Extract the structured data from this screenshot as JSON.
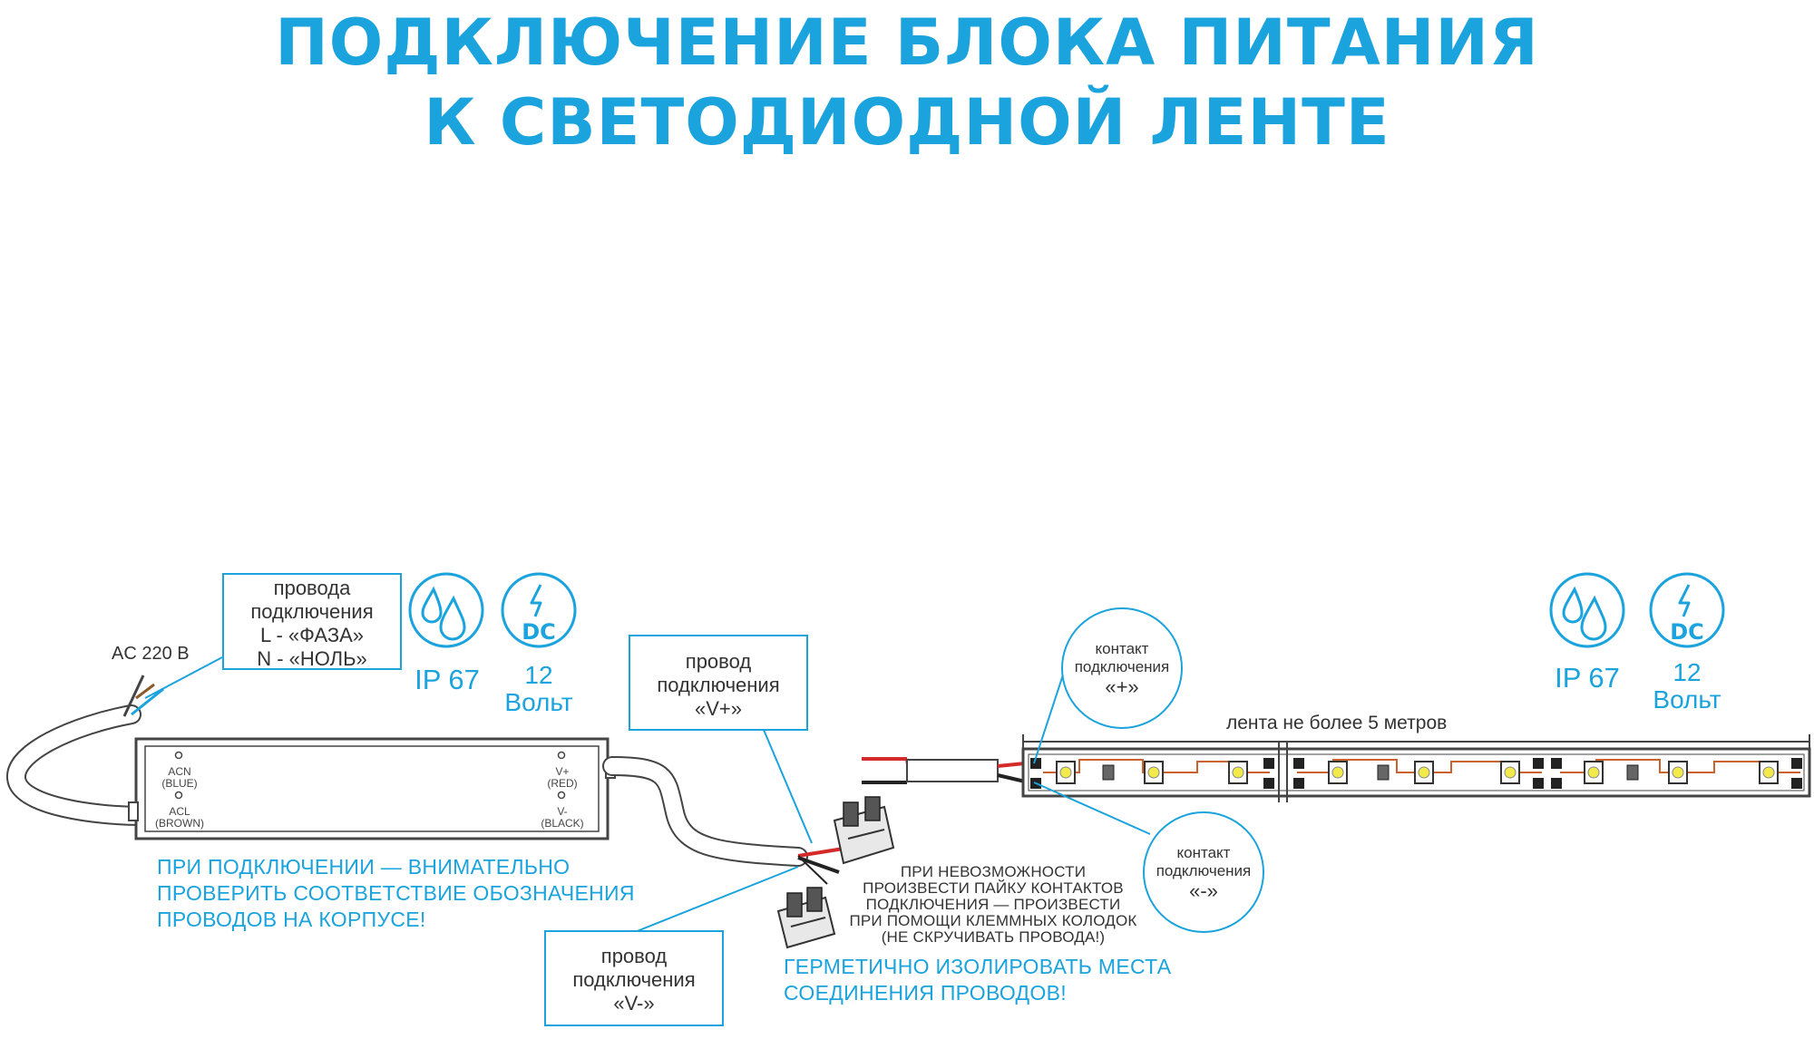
{
  "title": {
    "line1": "ПОДКЛЮЧЕНИЕ БЛОКА ПИТАНИЯ",
    "line2": "К СВЕТОДИОДНОЙ ЛЕНТЕ"
  },
  "ac_label": "AC 220 В",
  "input_callout": {
    "line1": "провода",
    "line2": "подключения",
    "line3": "L - «ФАЗА»",
    "line4": "N - «НОЛЬ»"
  },
  "psu_specs": {
    "ip": "IP 67",
    "voltage": "12",
    "unit": "Вольт",
    "dc_badge": "DC"
  },
  "strip_specs": {
    "ip": "IP 67",
    "voltage": "12",
    "unit": "Вольт",
    "dc_badge": "DC"
  },
  "psu_pins": {
    "acn": "ACN",
    "acn_color": "(BLUE)",
    "acl": "ACL",
    "acl_color": "(BROWN)",
    "vplus": "V+",
    "vplus_color": "(RED)",
    "vminus": "V-",
    "vminus_color": "(BLACK)"
  },
  "vplus_callout": {
    "line1": "провод",
    "line2": "подключения",
    "line3": "«V+»"
  },
  "vminus_callout": {
    "line1": "провод",
    "line2": "подключения",
    "line3": "«V-»"
  },
  "warning_note": {
    "line1": "ПРИ ПОДКЛЮЧЕНИИ — ВНИМАТЕЛЬНО",
    "line2": "ПРОВЕРИТЬ СООТВЕТСТВИЕ ОБОЗНАЧЕНИЯ",
    "line3": "ПРОВОДОВ НА КОРПУСЕ!"
  },
  "solder_note": {
    "line1": "ПРИ НЕВОЗМОЖНОСТИ",
    "line2": "ПРОИЗВЕСТИ ПАЙКУ КОНТАКТОВ",
    "line3": "ПОДКЛЮЧЕНИЯ — ПРОИЗВЕСТИ",
    "line4": "ПРИ ПОМОЩИ КЛЕММНЫХ КОЛОДОК",
    "line5": "(НЕ СКРУЧИВАТЬ ПРОВОДА!)"
  },
  "seal_note": {
    "line1": "ГЕРМЕТИЧНО ИЗОЛИРОВАТЬ МЕСТА",
    "line2": "СОЕДИНЕНИЯ ПРОВОДОВ!"
  },
  "plus_contact": {
    "line1": "контакт",
    "line2": "подключения",
    "line3": "«+»"
  },
  "minus_contact": {
    "line1": "контакт",
    "line2": "подключения",
    "line3": "«-»"
  },
  "strip_length": "лента не более 5 метров",
  "colors": {
    "accent": "#1aa3dd",
    "wire_red": "#d42a2a",
    "wire_black": "#222222",
    "trace": "#c9622c"
  },
  "icons": [
    "water-drops-icon",
    "dc-lightning-icon",
    "terminal-block-icon",
    "smd-led-icon"
  ]
}
